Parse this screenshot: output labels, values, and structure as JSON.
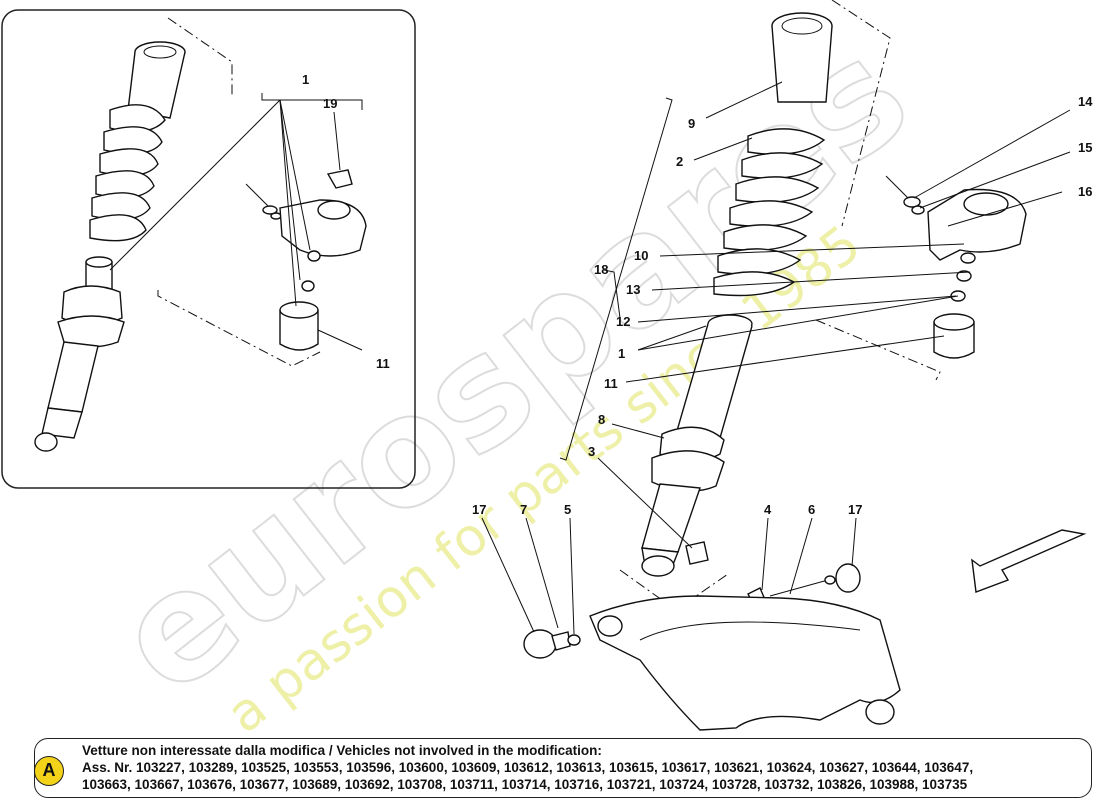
{
  "watermark": {
    "brand": "eurospares",
    "tagline": "a passion for parts since 1985"
  },
  "inset_callouts": {
    "kit": "1",
    "bracket": "19",
    "bump_stop": "11"
  },
  "main_callouts": {
    "spring_seat": "9",
    "spring": "2",
    "assembly": "18",
    "collar": "10",
    "washer_13": "13",
    "nut_12": "12",
    "kit": "1",
    "bump_stop": "11",
    "ring": "8",
    "shock_bolt": "3",
    "bolt_14": "14",
    "washer_15": "15",
    "top_mount": "16",
    "cap_left": "17",
    "bush_7": "7",
    "washer_5": "5",
    "nut_4": "4",
    "bolt_6": "6",
    "cap_right": "17"
  },
  "note": {
    "badge": "A",
    "line1": "Vetture non interessate dalla modifica / Vehicles not involved in the modification:",
    "line2": "Ass. Nr. 103227, 103289, 103525, 103553, 103596, 103600, 103609, 103612, 103613, 103615, 103617, 103621, 103624, 103627, 103644, 103647,",
    "line3": "103663, 103667, 103676, 103677, 103689, 103692, 103708, 103711, 103714, 103716, 103721, 103724, 103728, 103732, 103826, 103988, 103735"
  }
}
